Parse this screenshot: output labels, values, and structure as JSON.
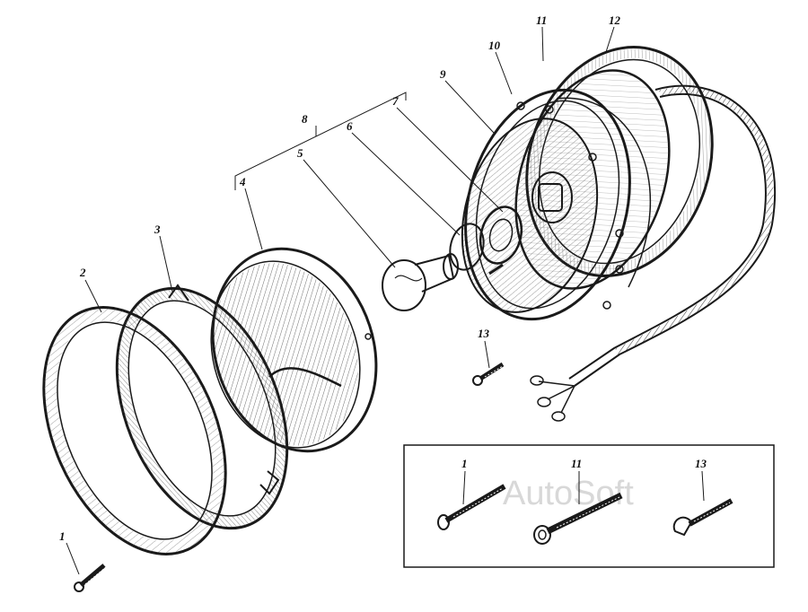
{
  "watermark": "AutoSoft",
  "callouts": {
    "c1": "1",
    "c2": "2",
    "c3": "3",
    "c4": "4",
    "c5": "5",
    "c6": "6",
    "c7": "7",
    "c8": "8",
    "c9": "9",
    "c10": "10",
    "c11": "11",
    "c12": "12",
    "c13": "13"
  },
  "inset": {
    "labels": [
      "1",
      "11",
      "13"
    ]
  },
  "colors": {
    "ink": "#1a1a1a",
    "paper": "#ffffff",
    "watermark": "#d8d8d8"
  }
}
